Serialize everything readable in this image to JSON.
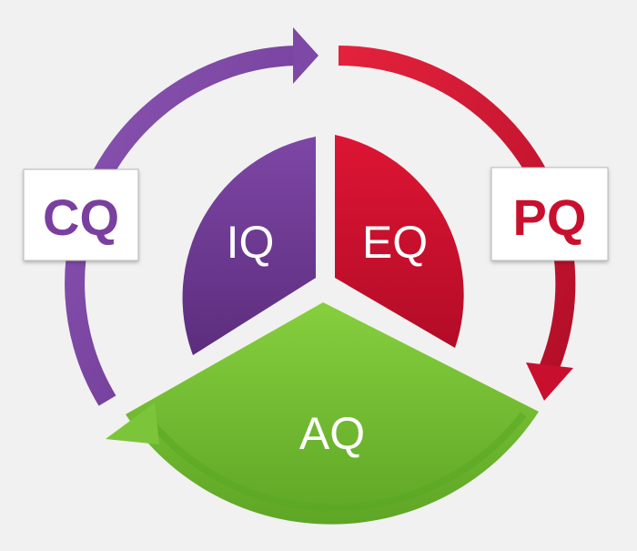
{
  "segments": [
    {
      "id": "iq",
      "label": "IQ",
      "color": "#6f3a94",
      "text_color": "#ffffff"
    },
    {
      "id": "eq",
      "label": "EQ",
      "color": "#c8102e",
      "text_color": "#ffffff"
    },
    {
      "id": "aq",
      "label": "AQ",
      "color": "#72c02c",
      "text_color": "#ffffff"
    }
  ],
  "cycle_boxes": [
    {
      "id": "cq",
      "label": "CQ",
      "color": "#7a3f9f"
    },
    {
      "id": "pq",
      "label": "PQ",
      "color": "#c8102e"
    }
  ],
  "arrows": [
    {
      "id": "purple-arc",
      "color": "#7e48a6"
    },
    {
      "id": "red-arc",
      "color": "#d10f2f"
    },
    {
      "id": "green-arc",
      "color": "#7cc53a"
    }
  ],
  "background_color": "#f1f1f1"
}
